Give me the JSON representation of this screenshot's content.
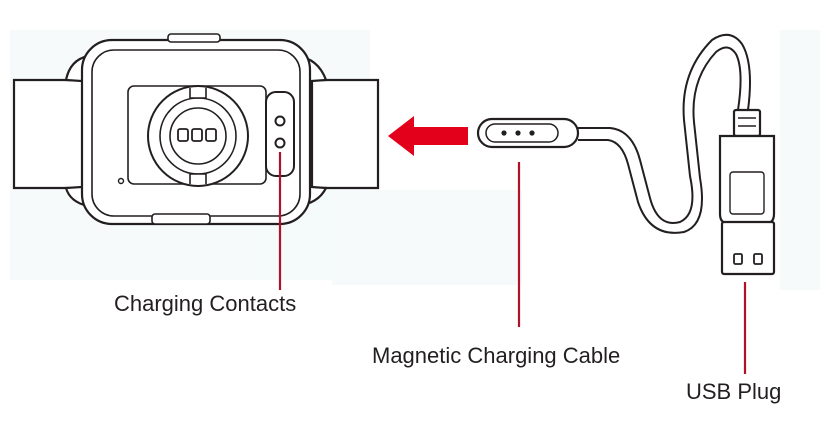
{
  "labels": {
    "charging_contacts": "Charging Contacts",
    "magnetic_cable": "Magnetic Charging Cable",
    "usb_plug": "USB Plug"
  },
  "colors": {
    "outline": "#231f20",
    "callout": "#b0122a",
    "arrow": "#e3001b",
    "noise": "#cfe6ea"
  }
}
